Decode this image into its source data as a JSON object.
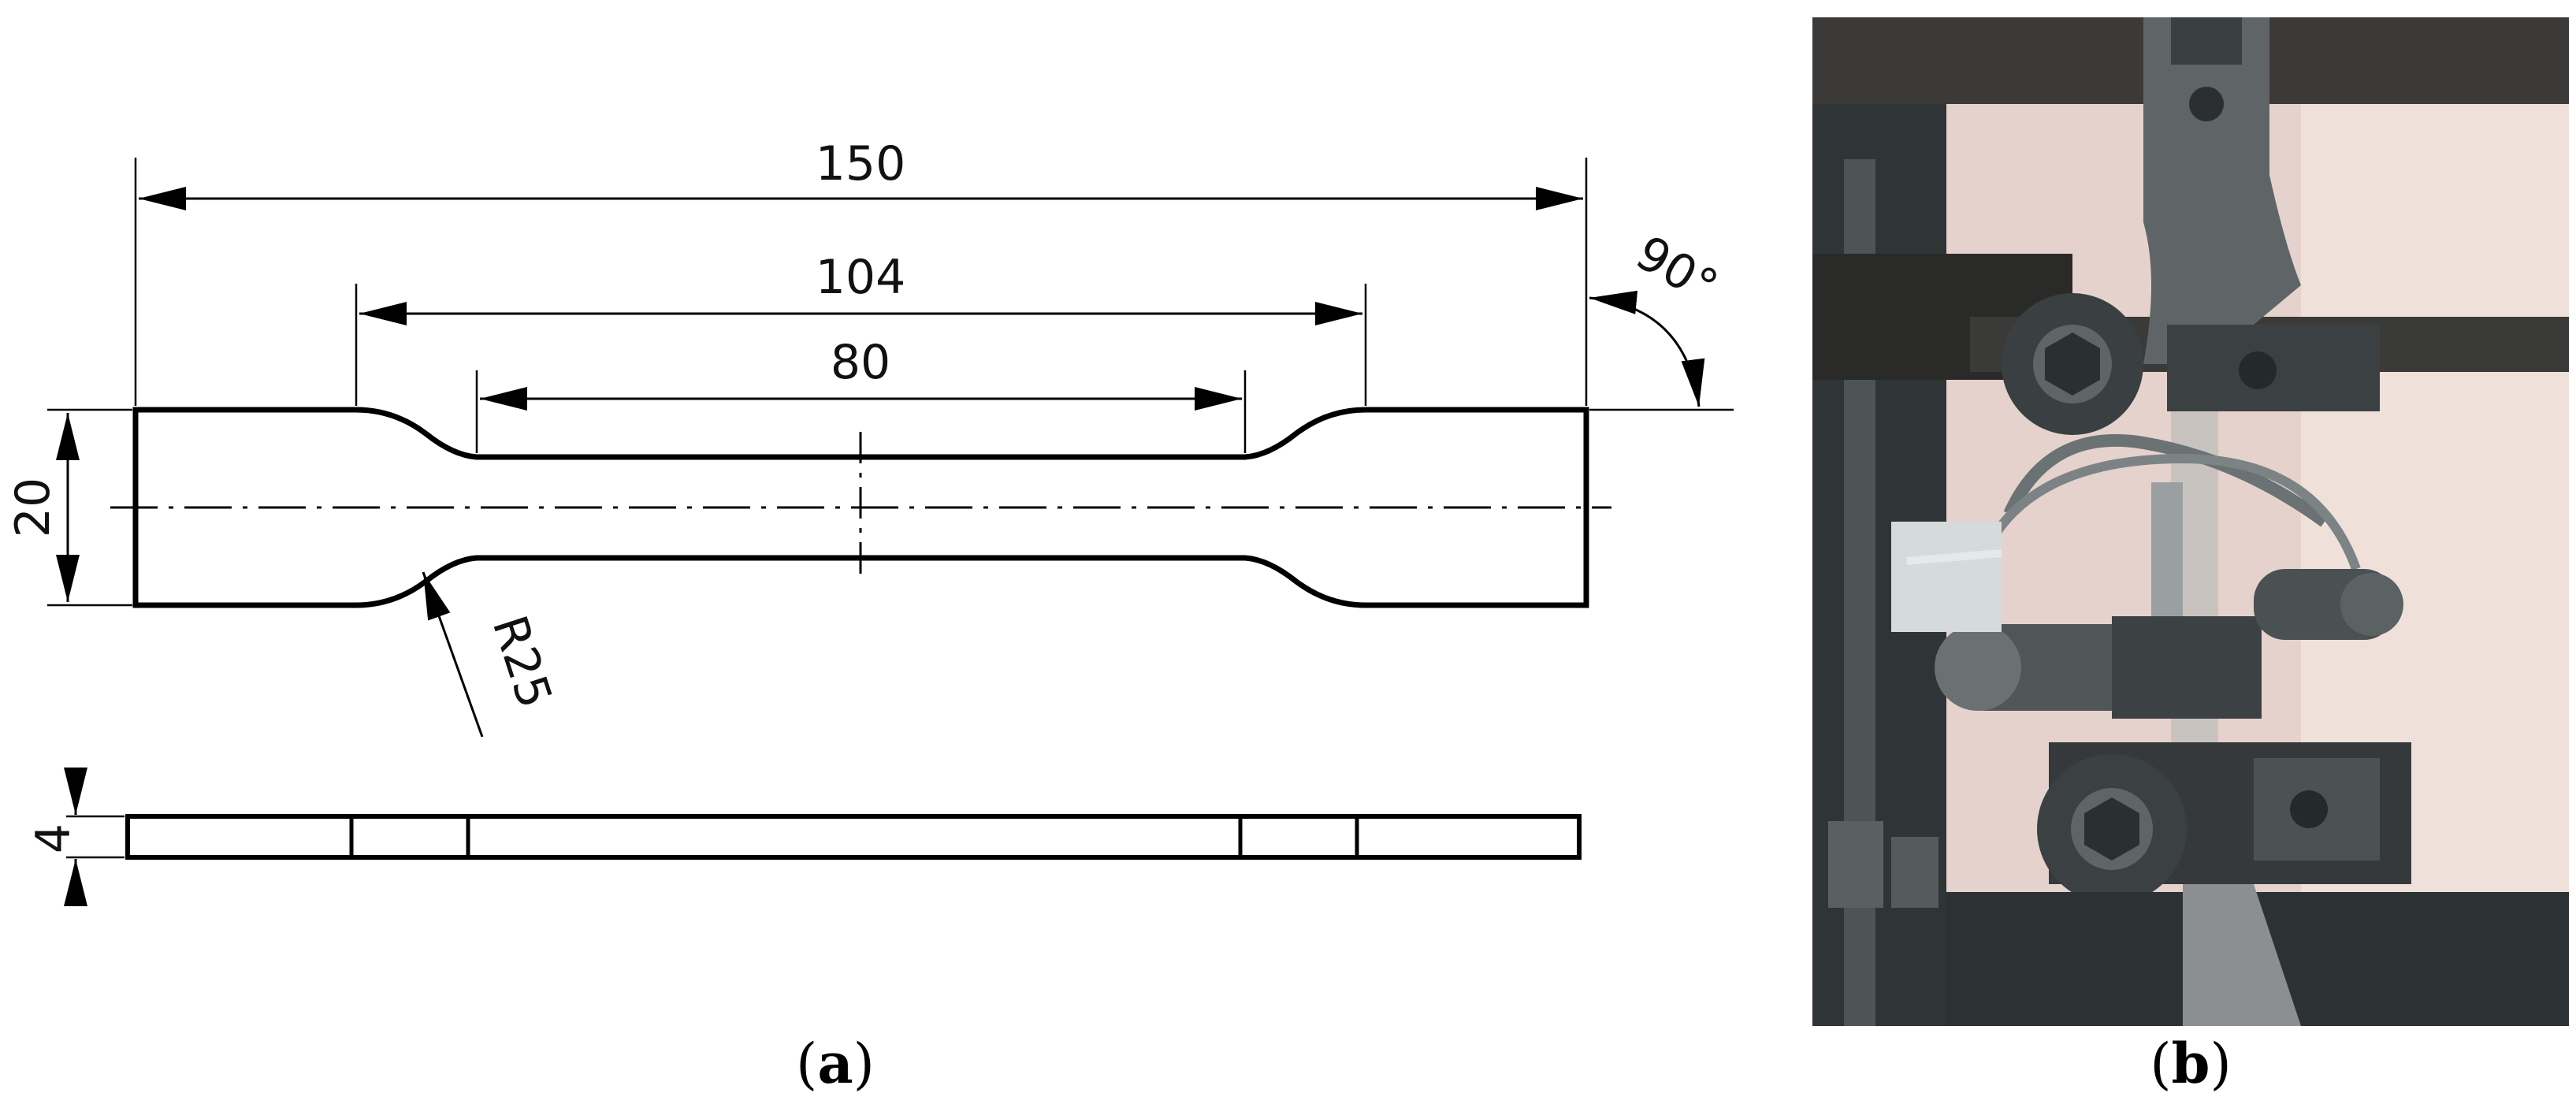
{
  "figure": {
    "panel_a": {
      "caption_open": "(",
      "caption_letter": "a",
      "caption_close": ")",
      "dimensions": {
        "overall_length": "150",
        "shoulder_length": "104",
        "gauge_length": "80",
        "width": "20",
        "thickness": "4",
        "radius": "R25",
        "angle": "90°"
      }
    },
    "panel_b": {
      "caption_open": "(",
      "caption_letter": "b",
      "caption_close": ")"
    }
  },
  "colors": {
    "line": "#000000",
    "photo_wall": "#e8d4cf",
    "machine_steel": "#5b6163",
    "machine_dark": "#2c3133"
  }
}
